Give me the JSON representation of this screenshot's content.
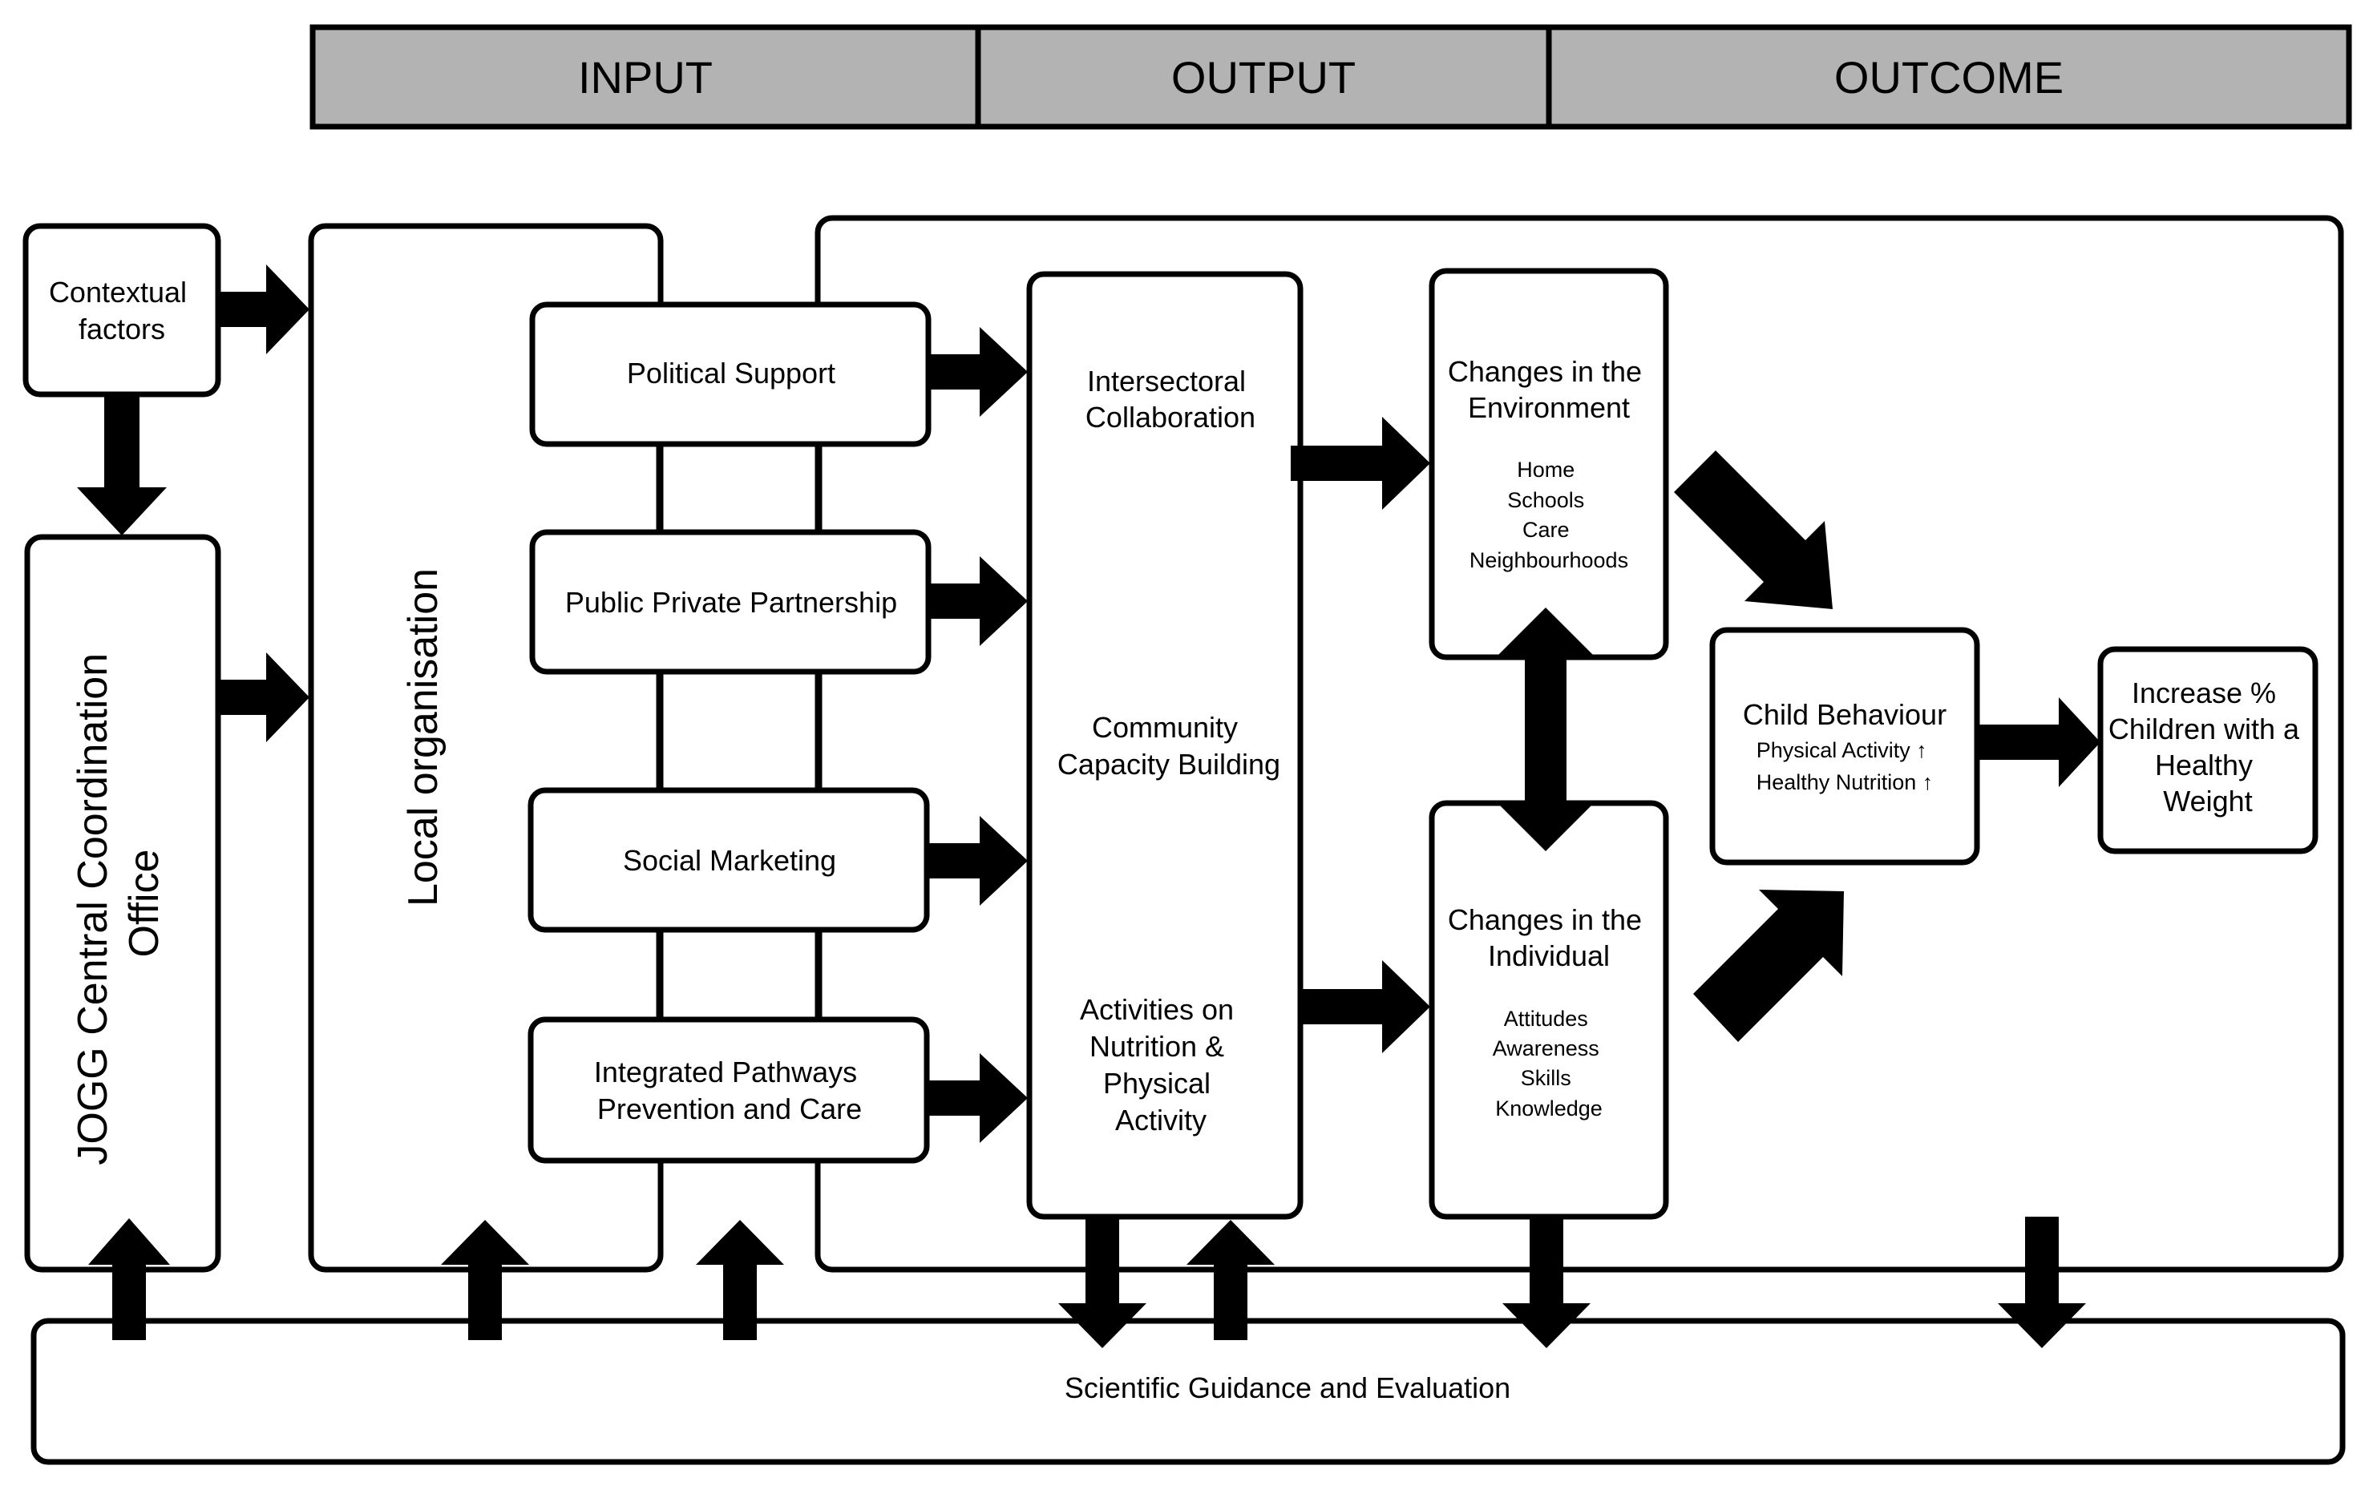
{
  "header": {
    "input": "INPUT",
    "output": "OUTPUT",
    "outcome": "OUTCOME"
  },
  "boxes": {
    "contextual": [
      "Contextual",
      "factors"
    ],
    "jogg": [
      "JOGG Central Coordination",
      "Office"
    ],
    "local_org": "Local organisation",
    "political_support": "Political Support",
    "ppp": "Public Private Partnership",
    "social_marketing": "Social Marketing",
    "pathways": [
      "Integrated Pathways",
      "Prevention and Care"
    ],
    "output_items": {
      "collab": [
        "Intersectoral",
        "Collaboration"
      ],
      "capacity": [
        "Community",
        "Capacity Building"
      ],
      "activities": [
        "Activities on",
        "Nutrition &",
        "Physical",
        "Activity"
      ]
    },
    "env": {
      "title": [
        "Changes in the",
        "Environment"
      ],
      "items": [
        "Home",
        "Schools",
        "Care",
        "Neighbourhoods"
      ]
    },
    "individual": {
      "title": [
        "Changes in the",
        "Individual"
      ],
      "items": [
        "Attitudes",
        "Awareness",
        "Skills",
        "Knowledge"
      ]
    },
    "child": {
      "title": "Child Behaviour",
      "items": [
        "Physical Activity ↑",
        "Healthy Nutrition ↑"
      ]
    },
    "increase": [
      "Increase %",
      "Children with a",
      "Healthy",
      "Weight"
    ],
    "scientific": "Scientific Guidance and Evaluation"
  }
}
